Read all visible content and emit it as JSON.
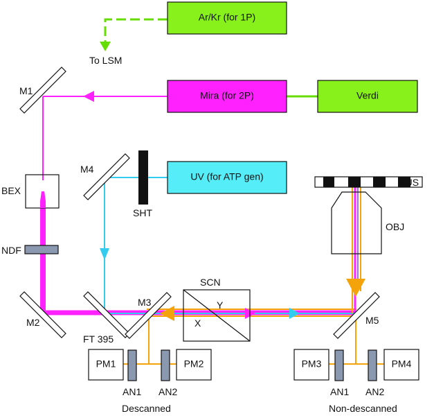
{
  "lasers": {
    "arkr": "Ar/Kr (for 1P)",
    "mira": "Mira (for 2P)",
    "verdi": "Verdi",
    "uv": "UV (for ATP gen)"
  },
  "labels": {
    "to_lsm": "To LSM",
    "m1": "M1",
    "m2": "M2",
    "m3": "M3",
    "m4": "M4",
    "m5": "M5",
    "bex": "BEX",
    "ndf": "NDF",
    "sht": "SHT",
    "ft395": "FT 395",
    "scn": "SCN",
    "scn_x": "X",
    "scn_y": "Y",
    "mus": "MUS",
    "obj": "OBJ"
  },
  "detectors": {
    "descanned": {
      "pm_left": "PM1",
      "pm_right": "PM2",
      "an_left": "AN1",
      "an_right": "AN2",
      "caption": "Descanned"
    },
    "nondescanned": {
      "pm_left": "PM3",
      "pm_right": "PM4",
      "an_left": "AN1",
      "an_right": "AN2",
      "caption": "Non-descanned"
    }
  },
  "colors": {
    "laser_box_green": "#88f01a",
    "laser_box_magenta": "#ff22ff",
    "laser_box_cyan": "#55eef8",
    "beam_green": "#66dd00",
    "beam_magenta": "#ff22ff",
    "beam_cyan": "#33ccee",
    "beam_orange": "#f4a40a",
    "analyzer_fill": "#8a98b0"
  }
}
